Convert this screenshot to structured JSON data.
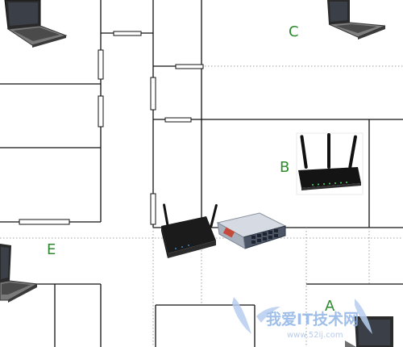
{
  "rooms": {
    "a": "A",
    "b": "B",
    "c": "C",
    "e": "E"
  },
  "watermark": {
    "title": "我爱IT技术网",
    "url": "www.52ij.com"
  },
  "colors": {
    "label": "#2d8a2d",
    "wall": "#111111",
    "dotted": "#999999",
    "watermark": "#8fb4e6"
  },
  "icons": [
    "laptop-icon",
    "wireless-router-icon",
    "modem-router-icon",
    "network-switch-icon",
    "door-icon",
    "watermark-logo"
  ]
}
